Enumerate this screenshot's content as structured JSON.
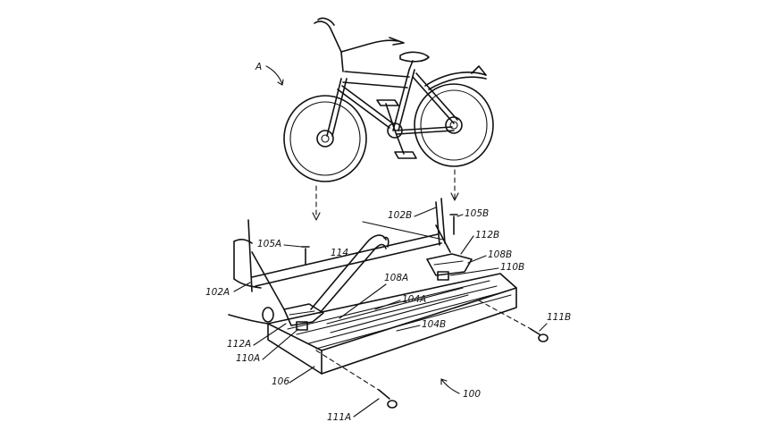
{
  "figure": {
    "labels": {
      "A": "A",
      "l100": "100",
      "l102A": "102A",
      "l102B": "102B",
      "l104A": "104A",
      "l104B": "104B",
      "l105A": "105A",
      "l105B": "105B",
      "l106": "106",
      "l108A": "108A",
      "l108B": "108B",
      "l110A": "110A",
      "l110B": "110B",
      "l111A": "111A",
      "l111B": "111B",
      "l112A": "112A",
      "l112B": "112B",
      "l114": "114"
    }
  }
}
